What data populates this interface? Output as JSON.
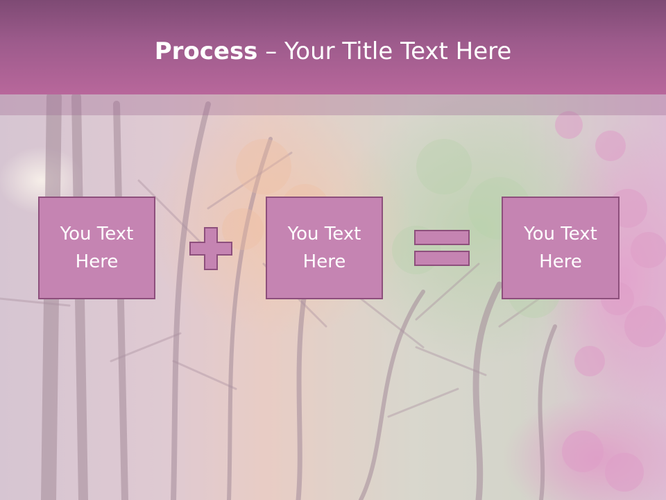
{
  "slide": {
    "title_bold": "Process",
    "title_rest": " – Your Title Text Here"
  },
  "process": {
    "steps": [
      {
        "text": "You Text\nHere"
      },
      {
        "text": "You Text\nHere"
      },
      {
        "text": "You Text\nHere"
      }
    ],
    "operators": [
      "plus-icon",
      "equals-icon"
    ]
  },
  "colors": {
    "header": "#b8679b",
    "box_fill": "#c584b2",
    "box_border": "#8d4f7c",
    "text": "#ffffff"
  }
}
